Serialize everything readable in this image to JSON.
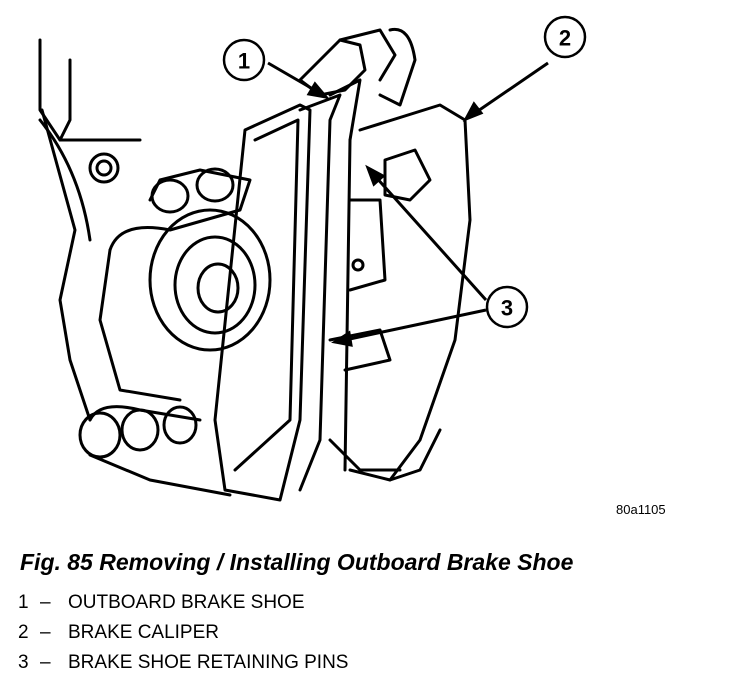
{
  "figure": {
    "caption": "Fig. 85 Removing / Installing Outboard Brake Shoe",
    "code": "80a1105",
    "callouts": [
      {
        "number": "1"
      },
      {
        "number": "2"
      },
      {
        "number": "3"
      }
    ],
    "legend": [
      {
        "number": "1",
        "dash": "–",
        "label": "OUTBOARD BRAKE SHOE"
      },
      {
        "number": "2",
        "dash": "–",
        "label": "BRAKE CALIPER"
      },
      {
        "number": "3",
        "dash": "–",
        "label": "BRAKE SHOE RETAINING PINS"
      }
    ]
  }
}
